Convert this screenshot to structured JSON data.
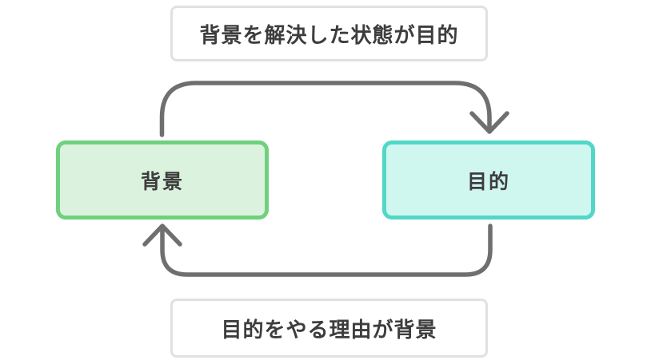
{
  "diagram": {
    "top_note": "背景を解決した状態が目的",
    "bottom_note": "目的をやる理由が背景",
    "nodes": [
      {
        "id": "background",
        "label": "背景",
        "border_color": "#6fd07d",
        "fill_color": "#dbf3de"
      },
      {
        "id": "purpose",
        "label": "目的",
        "border_color": "#52d7c7",
        "fill_color": "#d0f6f0"
      }
    ],
    "arrows": [
      {
        "name": "background-to-purpose",
        "route": "top-curve",
        "head": "down"
      },
      {
        "name": "purpose-to-background",
        "route": "bottom-curve",
        "head": "up"
      }
    ],
    "colors": {
      "arrow": "#6f6f6f",
      "note_border": "#e1e1e1",
      "text": "#3d3d3d",
      "canvas_bg": "#ffffff"
    }
  }
}
